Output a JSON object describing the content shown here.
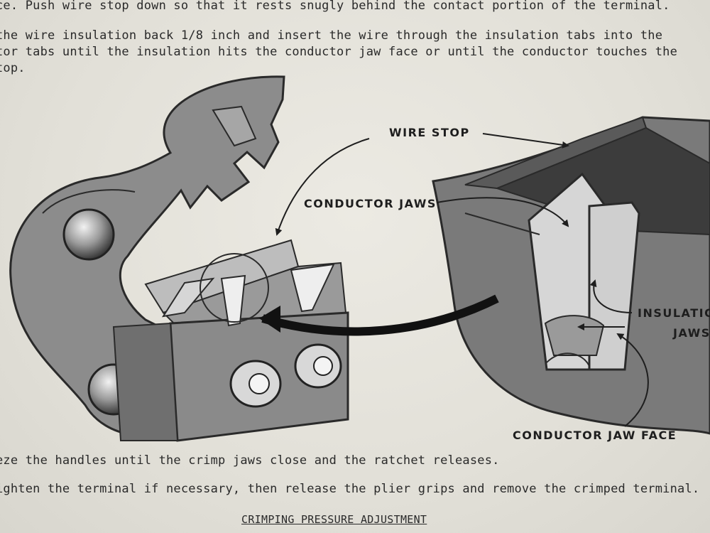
{
  "body_text": {
    "line1": "ce.  Push wire stop down so that it rests snugly behind the contact portion of the terminal.",
    "line2": "the wire insulation back 1/8 inch and insert the wire through the insulation tabs into the",
    "line3": "tor tabs until the insulation hits the conductor jaw face or until the conductor touches the",
    "line4": "top.",
    "line5": "eze the handles until the crimp jaws close and the ratchet releases.",
    "line6": "ighten the terminal if necessary, then release the plier grips and remove the crimped terminal."
  },
  "section_heading": "CRIMPING PRESSURE ADJUSTMENT",
  "figure": {
    "labels": {
      "wire_stop": "WIRE STOP",
      "conductor_jaws": "CONDUCTOR JAWS",
      "insulation_jaws_1": "INSULATIO",
      "insulation_jaws_2": "JAWS",
      "conductor_jaw_face": "CONDUCTOR JAW FACE"
    }
  }
}
